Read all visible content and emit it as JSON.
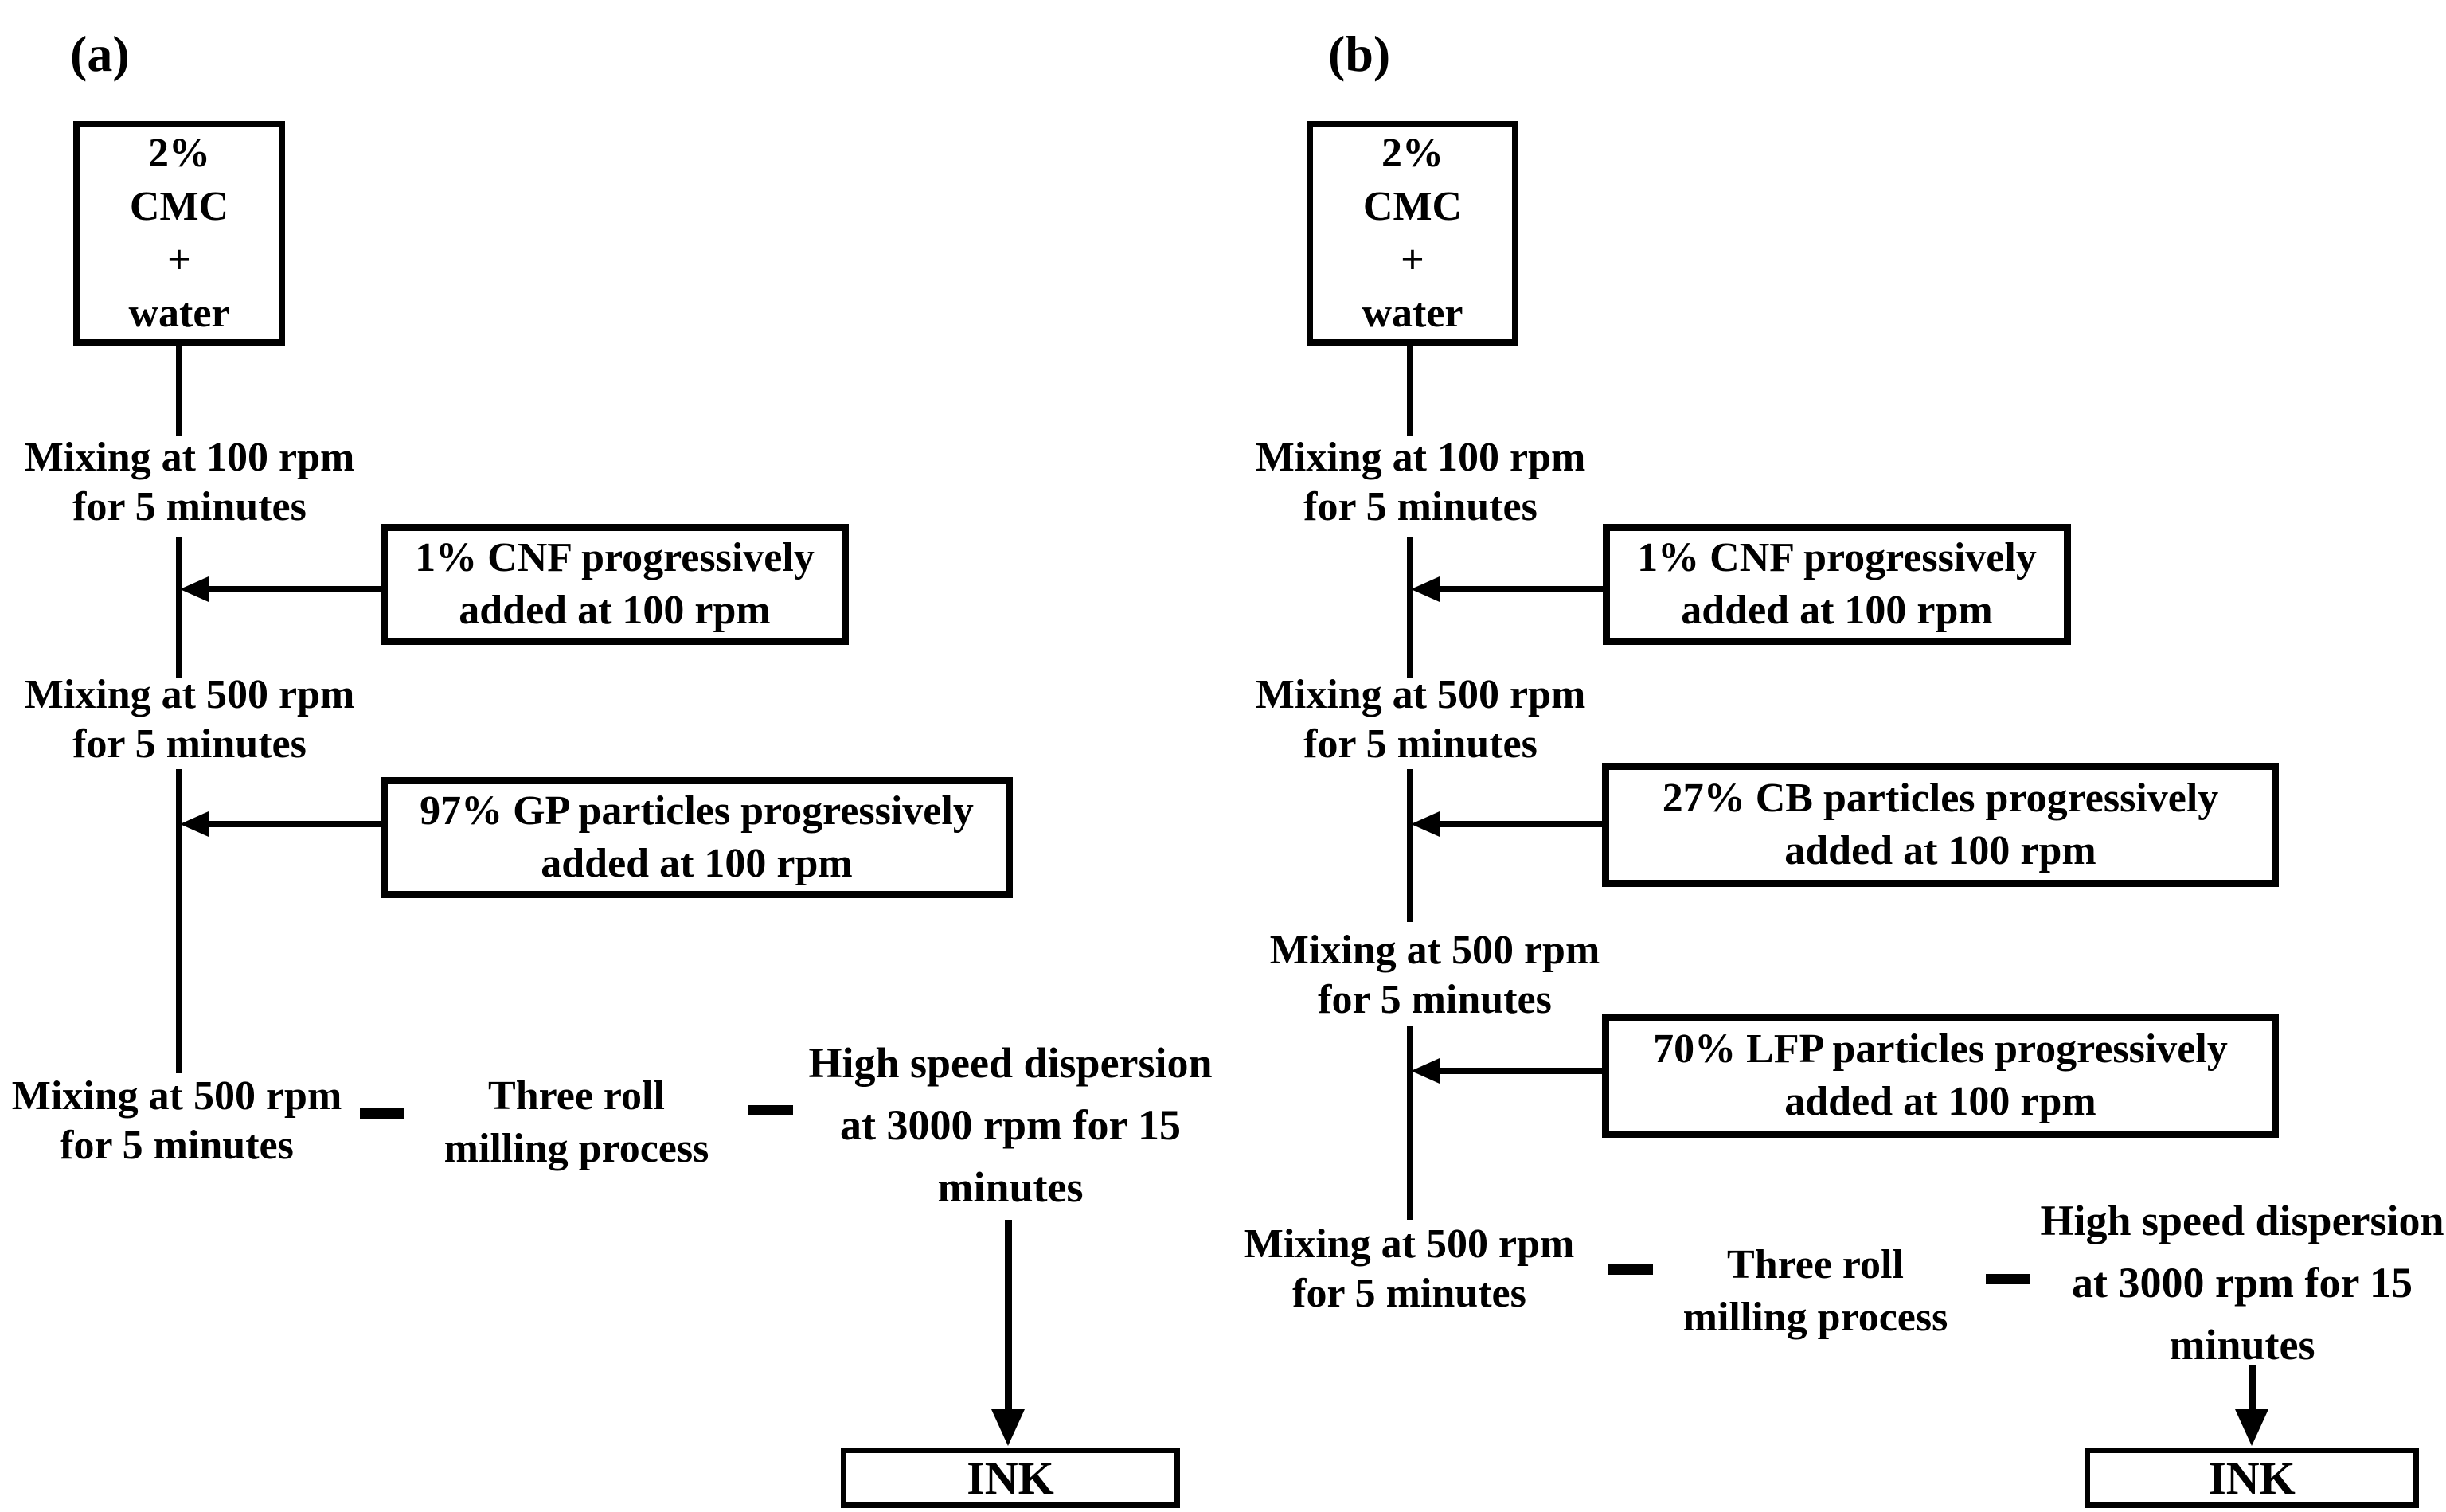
{
  "colors": {
    "foreground": "#000000",
    "background": "#ffffff"
  },
  "panel_a": {
    "label": "(a)",
    "source_box": "2%\nCMC\n+\nwater",
    "step_mixing_100": "Mixing at 100 rpm\nfor 5 minutes",
    "additive_box_1": "1% CNF progressively\nadded at 100 rpm",
    "step_mixing_500_1": "Mixing at 500 rpm\nfor 5 minutes",
    "additive_box_2": "97% GP particles progressively\nadded at 100 rpm",
    "step_mixing_500_2": "Mixing at 500 rpm\nfor 5 minutes",
    "step_three_roll": "Three roll\nmilling process",
    "step_high_speed": "High speed dispersion\nat 3000 rpm for 15\nminutes",
    "result_box": "INK"
  },
  "panel_b": {
    "label": "(b)",
    "source_box": "2%\nCMC\n+\nwater",
    "step_mixing_100": "Mixing at 100 rpm\nfor 5 minutes",
    "additive_box_1": "1% CNF progressively\nadded at 100 rpm",
    "step_mixing_500_1": "Mixing at 500 rpm\nfor 5 minutes",
    "additive_box_2": "27% CB particles progressively\nadded at 100 rpm",
    "step_mixing_500_2": "Mixing at 500 rpm\nfor 5 minutes",
    "additive_box_3": "70% LFP particles progressively\nadded at 100 rpm",
    "step_mixing_500_3": "Mixing at 500 rpm\nfor 5 minutes",
    "step_three_roll": "Three roll\nmilling process",
    "step_high_speed": "High speed dispersion\nat 3000 rpm for 15\nminutes",
    "result_box": "INK"
  }
}
